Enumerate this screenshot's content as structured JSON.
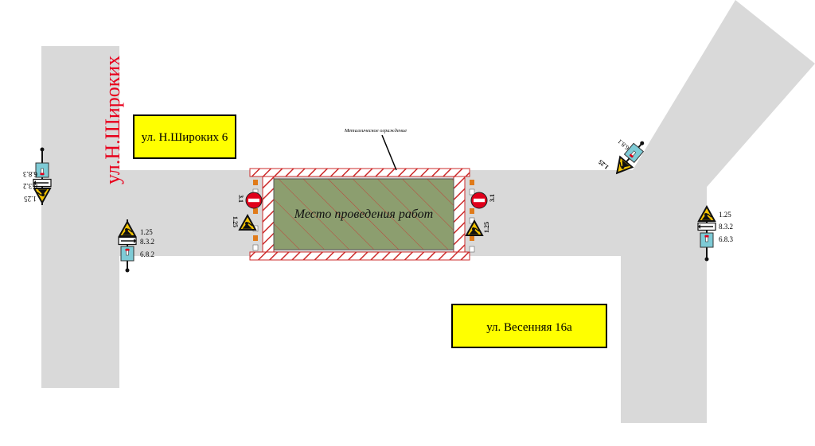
{
  "streets": {
    "vertical_street_name": "ул.Н.Широких"
  },
  "buildings": {
    "shirokikh_6": "ул. Н.Широких 6",
    "vesennyaya_16a": "ул. Весенняя 16а"
  },
  "work_zone": {
    "label": "Место проведения работ",
    "fence_label": "Металлическое ограждение"
  },
  "signs": {
    "s1_25": "1.25",
    "s3_1": "3.1",
    "s8_3_2": "8.3.2",
    "s6_8_1": "6.8.1",
    "s6_8_2": "6.8.2",
    "s6_8_3": "6.8.3"
  },
  "colors": {
    "road": "#d9d9d9",
    "building_plate": "#ffff00",
    "work_area": "#8c9e6f",
    "hatch": "#cc2b2b",
    "street_name": "#e8001c",
    "sign_blue": "#7ecbd6",
    "sign_yellow": "#f5c400",
    "sign_red": "#e0001b"
  }
}
